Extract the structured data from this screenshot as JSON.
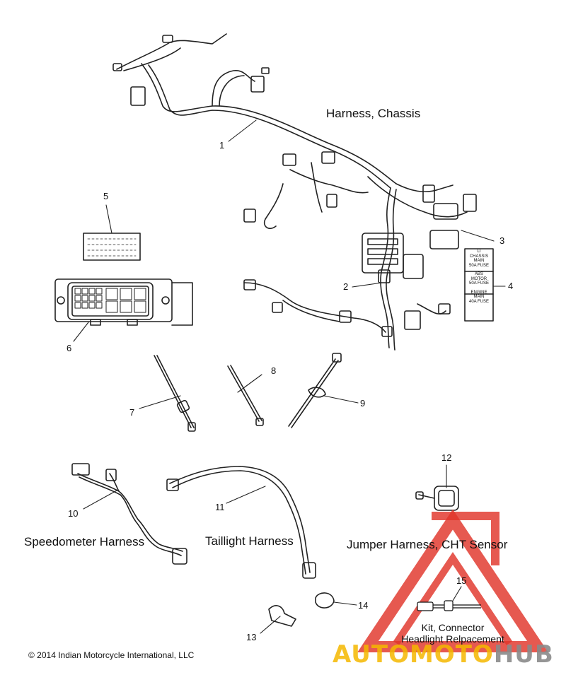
{
  "titles": {
    "chassis": "Harness, Chassis",
    "speedometer": "Speedometer Harness",
    "taillight": "Taillight Harness",
    "jumper": "Jumper Harness, CHT Sensor",
    "kit_line1": "Kit, Connector",
    "kit_line2": "Headlight Relpacement"
  },
  "callouts": [
    "1",
    "2",
    "3",
    "4",
    "5",
    "6",
    "7",
    "8",
    "9",
    "10",
    "11",
    "12",
    "13",
    "14",
    "15"
  ],
  "fuse_label": {
    "line1": "LI",
    "line2": "CHASSIS",
    "line3": "MAIN",
    "line4": "50A FUSE",
    "line5": "ABS",
    "line6": "MOTOR",
    "line7": "50A FUSE",
    "line8": "ENGINE",
    "line9": "MAIN",
    "line10": "40A FUSE"
  },
  "copyright": "© 2014 Indian Motorcycle International, LLC",
  "watermark": {
    "part1": "AUTOMOTO",
    "part2": "HUB",
    "color_red": "#e0342a",
    "color_yellow": "#f5b800",
    "color_gray": "#8a8a8a"
  }
}
